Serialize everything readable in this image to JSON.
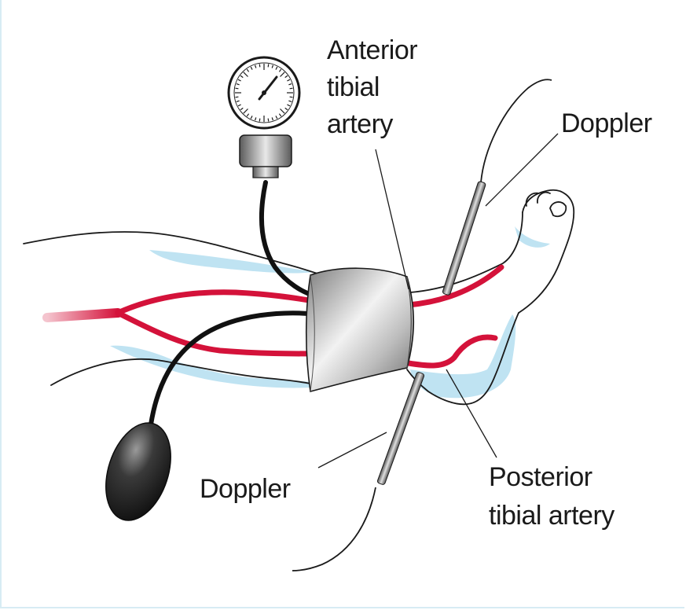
{
  "labels": {
    "anterior_line1": "Anterior",
    "anterior_line2": "tibial",
    "anterior_line3": "artery",
    "doppler_top": "Doppler",
    "doppler_bottom": "Doppler",
    "posterior_line1": "Posterior",
    "posterior_line2": "tibial artery"
  },
  "colors": {
    "artery": "#d4123a",
    "skin_shadow": "#bfe3f2",
    "outline": "#1a1a1a",
    "cuff_light": "#e4e4e4",
    "cuff_dark": "#8a8a8a",
    "tube": "#111111",
    "frame": "#d7ecf4"
  },
  "icons": {
    "gauge": "sphygmomanometer-gauge-icon",
    "bulb": "inflation-bulb-icon",
    "probe": "doppler-probe-icon"
  }
}
